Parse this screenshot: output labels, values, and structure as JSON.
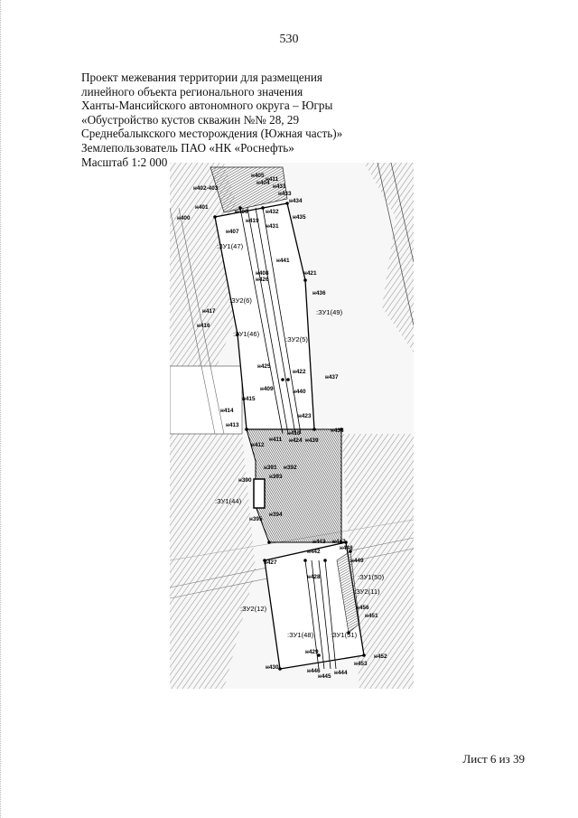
{
  "page_number": "530",
  "caption_lines": [
    "Проект межевания территории для размещения",
    "линейного объекта регионального значения",
    "Ханты-Мансийского автономного округа – Югры",
    "«Обустройство кустов скважин №№ 28, 29",
    "Среднебалыкского месторождения (Южная часть)»",
    "Землепользователь ПАО «НК «Роснефть»",
    "Масштаб 1:2 000"
  ],
  "map": {
    "zone_labels": [
      ":ЗУ1(47)",
      ":ЗУ2(6)",
      ":ЗУ1(49)",
      ":ЗУ1(46)",
      ":ЗУ2(5)",
      ":ЗУ1(44)",
      ":ЗУ1(50)",
      ":ЗУ2(11)",
      ":ЗУ2(12)",
      ":ЗУ1(48)",
      ":ЗУ1(51)"
    ],
    "point_labels": [
      "н405",
      "н402-403",
      "н404",
      "н411",
      "н431",
      "н433",
      "н434",
      "н401",
      "н406",
      "н432",
      "н400",
      "н419",
      "н435",
      "н407",
      "н431",
      "н441",
      "н408",
      "н421",
      "н426",
      "н436",
      "н417",
      "н416",
      "н425",
      "н422",
      "н437",
      "н409",
      "н440",
      "н415",
      "н414",
      "н423",
      "н413",
      "н410",
      "н438",
      "н411",
      "н424",
      "н439",
      "н412",
      "н391",
      "н392",
      "н390",
      "н393",
      "н394",
      "н395",
      "н443",
      "н447",
      "н442",
      "н448",
      "н427",
      "н449",
      "н428",
      "н456",
      "н451",
      "н429",
      "н452",
      "н453",
      "н430",
      "н446",
      "н445",
      "н444"
    ]
  },
  "footer": {
    "sheet_label": "Лист 6 из 39"
  },
  "colors": {
    "hatch": "#6f6f6f",
    "road": "#8a8a8a",
    "outline": "#000000"
  }
}
